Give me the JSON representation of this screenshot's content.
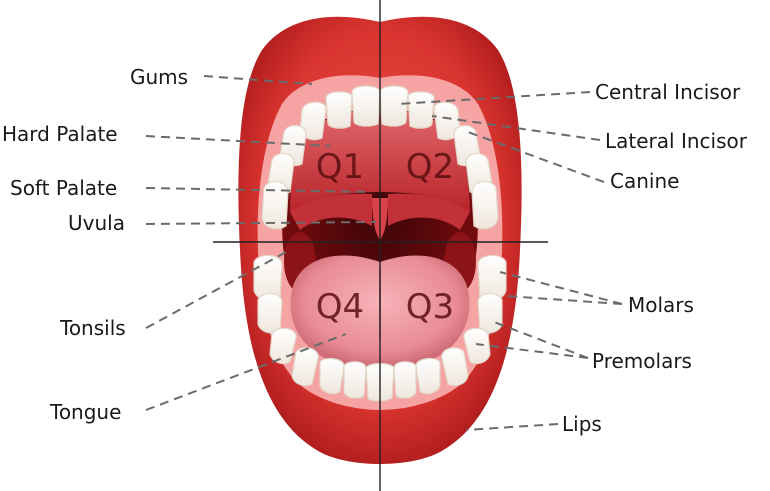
{
  "labels": {
    "gums": "Gums",
    "hard_palate": "Hard Palate",
    "soft_palate": "Soft Palate",
    "uvula": "Uvula",
    "tonsils": "Tonsils",
    "tongue": "Tongue",
    "central_incisor": "Central Incisor",
    "lateral_incisor": "Lateral Incisor",
    "canine": "Canine",
    "molars": "Molars",
    "premolars": "Premolars",
    "lips": "Lips"
  },
  "quadrants": {
    "q1": "Q1",
    "q2": "Q2",
    "q3": "Q3",
    "q4": "Q4"
  },
  "colors": {
    "lip": "#d9342f",
    "lip_dark": "#a8181a",
    "gum": "#f6a3a3",
    "palate": "#b8242a",
    "throat": "#6a0a0d",
    "tongue": "#e98c95",
    "tooth": "#ffffff",
    "leader_line": "#6b6b6b"
  }
}
